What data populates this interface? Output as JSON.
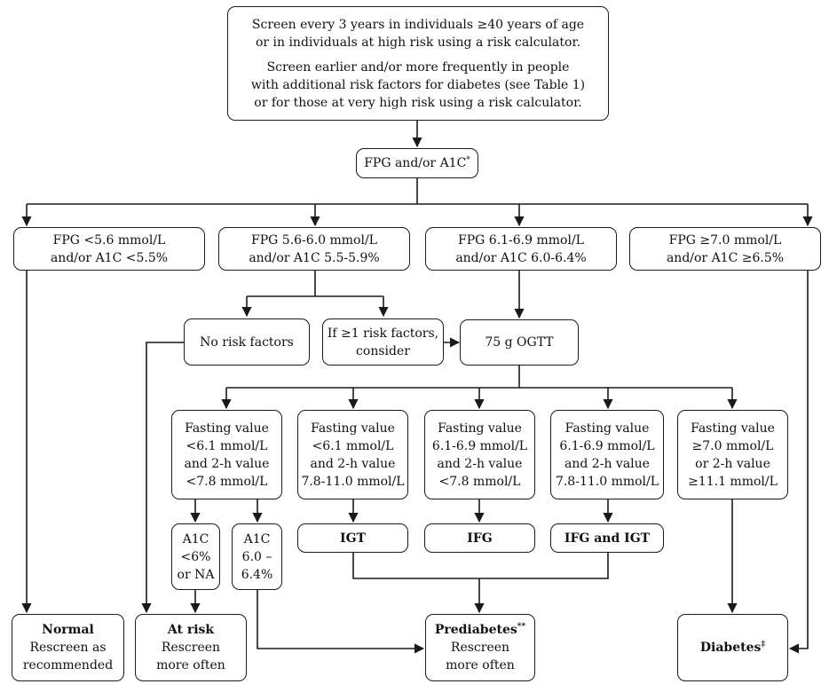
{
  "screen": {
    "line1": "Screen every 3 years in individuals ≥40 years of age",
    "line2": "or in individuals at high risk using a risk calculator.",
    "line3": "Screen earlier and/or more frequently in people",
    "line4": "with additional risk factors for diabetes (see Table 1)",
    "line5": "or for those at very high risk using a risk calculator."
  },
  "test": {
    "label": "FPG and/or A1C",
    "mark": "*"
  },
  "ranges": [
    {
      "line1": "FPG <5.6 mmol/L",
      "line2": "and/or A1C <5.5%"
    },
    {
      "line1": "FPG 5.6-6.0 mmol/L",
      "line2": "and/or A1C 5.5-5.9%"
    },
    {
      "line1": "FPG 6.1-6.9 mmol/L",
      "line2": "and/or A1C 6.0-6.4%"
    },
    {
      "line1": "FPG ≥7.0 mmol/L",
      "line2": "and/or A1C ≥6.5%"
    }
  ],
  "no_risk": {
    "label": "No risk factors"
  },
  "if_risk": {
    "line1": "If ≥1 risk factors,",
    "line2": "consider"
  },
  "ogtt": {
    "label": "75 g OGTT"
  },
  "fasting": [
    {
      "line1": "Fasting value",
      "line2": "<6.1 mmol/L",
      "line3": "and 2-h value",
      "line4": "<7.8 mmol/L"
    },
    {
      "line1": "Fasting value",
      "line2": "<6.1 mmol/L",
      "line3": "and 2-h value",
      "line4": "7.8-11.0 mmol/L"
    },
    {
      "line1": "Fasting value",
      "line2": "6.1-6.9 mmol/L",
      "line3": "and 2-h value",
      "line4": "<7.8 mmol/L"
    },
    {
      "line1": "Fasting value",
      "line2": "6.1-6.9 mmol/L",
      "line3": "and 2-h value",
      "line4": "7.8-11.0 mmol/L"
    },
    {
      "line1": "Fasting value",
      "line2": "≥7.0 mmol/L",
      "line3": "or 2-h value",
      "line4": "≥11.1 mmol/L"
    }
  ],
  "a1c_low": {
    "line1": "A1C",
    "line2": "<6%",
    "line3": "or NA"
  },
  "a1c_mid": {
    "line1": "A1C",
    "line2": "6.0 –",
    "line3": "6.4%"
  },
  "igt": {
    "label": "IGT"
  },
  "ifg": {
    "label": "IFG"
  },
  "ifg_igt": {
    "label": "IFG and IGT"
  },
  "outcomes": {
    "normal": {
      "title": "Normal",
      "line1": "Rescreen as",
      "line2": "recommended"
    },
    "at_risk": {
      "title": "At risk",
      "line1": "Rescreen",
      "line2": "more often"
    },
    "prediabetes": {
      "title": "Prediabetes",
      "mark": "**",
      "line1": "Rescreen",
      "line2": "more often"
    },
    "diabetes": {
      "title": "Diabetes",
      "mark": "‡"
    }
  },
  "colors": {
    "stroke": "#1a1a1a",
    "background": "#ffffff",
    "text": "#111111"
  }
}
